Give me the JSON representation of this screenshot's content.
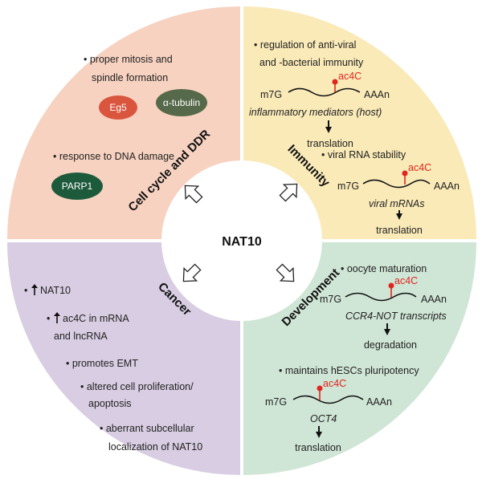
{
  "center_label": "NAT10",
  "colors": {
    "cell_cycle_bg": "#f7d2c0",
    "immunity_bg": "#faeab8",
    "cancer_bg": "#d8cde2",
    "development_bg": "#cfe5d5",
    "eg5": "#d9553e",
    "tubulin": "#56694a",
    "parp1": "#1d5a3c",
    "ac4c": "#e0261e"
  },
  "cell_cycle": {
    "title": "Cell cycle and DDR",
    "bullet1_line1": "proper mitosis and",
    "bullet1_line2": "spindle formation",
    "eg5": "Eg5",
    "tubulin": "α-tubulin",
    "bullet2": "response to DNA damage",
    "parp1": "PARP1"
  },
  "immunity": {
    "title": "Immunity",
    "bullet1_line1": "regulation of anti-viral",
    "bullet1_line2": "and -bacterial immunity",
    "rna1": {
      "cap": "m7G",
      "mod": "ac4C",
      "tail": "AAAn",
      "name": "inflammatory mediators (host)",
      "outcome": "translation"
    },
    "bullet2": "viral RNA stability",
    "rna2": {
      "cap": "m7G",
      "mod": "ac4C",
      "tail": "AAAn",
      "name": "viral mRNAs",
      "outcome": "translation"
    }
  },
  "cancer": {
    "title": "Cancer",
    "item1": "NAT10",
    "item2_line1": "ac4C in mRNA",
    "item2_line2": "and lncRNA",
    "item3": "promotes EMT",
    "item4_line1": "altered cell proliferation/",
    "item4_line2": "apoptosis",
    "item5_line1": "aberrant subcellular",
    "item5_line2": "localization of NAT10"
  },
  "development": {
    "title": "Development",
    "bullet1": "oocyte maturation",
    "rna1": {
      "cap": "m7G",
      "mod": "ac4C",
      "tail": "AAAn",
      "name": "CCR4-NOT transcripts",
      "outcome": "degradation"
    },
    "bullet2": "maintains hESCs pluripotency",
    "rna2": {
      "cap": "m7G",
      "mod": "ac4C",
      "tail": "AAAn",
      "name": "OCT4",
      "outcome": "translation"
    }
  }
}
